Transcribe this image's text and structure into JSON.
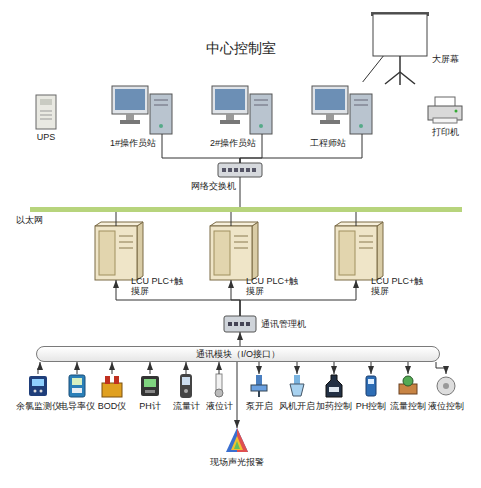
{
  "diagram": {
    "title": "中心控制室",
    "nodes": [
      {
        "text": [
          "UPS"
        ]
      },
      {
        "text": [
          "1#操作员站"
        ]
      },
      {
        "text": [
          "2#操作员站"
        ]
      },
      {
        "text": [
          "工程师站"
        ]
      },
      {
        "text": [
          "大屏幕"
        ]
      },
      {
        "text": [
          "打印机"
        ]
      },
      {
        "text": [
          "网络交换机"
        ]
      },
      {
        "text": [
          "以太网"
        ]
      },
      {
        "text": [
          "LCU PLC+触摸屏"
        ]
      },
      {
        "text": [
          "LCU PLC+触摸屏"
        ]
      },
      {
        "text": [
          "LCU PLC+触摸屏"
        ]
      },
      {
        "text": [
          "通讯管理机"
        ]
      },
      {
        "text": [
          "通讯模块（I/O接口）"
        ]
      },
      {
        "text": [
          "余氯监测仪"
        ]
      },
      {
        "text": [
          "电导率仪"
        ]
      },
      {
        "text": [
          "BOD仪"
        ]
      },
      {
        "text": [
          "PH计"
        ]
      },
      {
        "text": [
          "流量计"
        ]
      },
      {
        "text": [
          "液位计"
        ]
      },
      {
        "text": [
          "泵开启"
        ]
      },
      {
        "text": [
          "风机开启"
        ]
      },
      {
        "text": [
          "加药控制"
        ]
      },
      {
        "text": [
          "PH控制"
        ]
      },
      {
        "text": [
          "流量控制"
        ]
      },
      {
        "text": [
          "液位控制"
        ]
      },
      {
        "text": [
          "现场声光报警"
        ]
      }
    ],
    "edges": [
      {
        "from": 1,
        "to": 6,
        "arrow": "none"
      },
      {
        "from": 2,
        "to": 6,
        "arrow": "none"
      },
      {
        "from": 3,
        "to": 6,
        "arrow": "none"
      },
      {
        "from": 3,
        "to": 4,
        "arrow": "none"
      },
      {
        "from": 6,
        "to": 7,
        "arrow": "none"
      },
      {
        "from": 7,
        "to": 8,
        "arrow": "none"
      },
      {
        "from": 7,
        "to": 9,
        "arrow": "none"
      },
      {
        "from": 7,
        "to": 10,
        "arrow": "none"
      },
      {
        "from": 11,
        "to": 8,
        "arrow": "to"
      },
      {
        "from": 11,
        "to": 9,
        "arrow": "to"
      },
      {
        "from": 11,
        "to": 10,
        "arrow": "to"
      },
      {
        "from": 12,
        "to": 11,
        "arrow": "to"
      },
      {
        "from": 13,
        "to": 12,
        "arrow": "to"
      },
      {
        "from": 14,
        "to": 12,
        "arrow": "to"
      },
      {
        "from": 15,
        "to": 12,
        "arrow": "to"
      },
      {
        "from": 16,
        "to": 12,
        "arrow": "to"
      },
      {
        "from": 17,
        "to": 12,
        "arrow": "to"
      },
      {
        "from": 18,
        "to": 12,
        "arrow": "to"
      },
      {
        "from": 12,
        "to": 19,
        "arrow": "to"
      },
      {
        "from": 12,
        "to": 20,
        "arrow": "to"
      },
      {
        "from": 12,
        "to": 21,
        "arrow": "to"
      },
      {
        "from": 12,
        "to": 22,
        "arrow": "to"
      },
      {
        "from": 12,
        "to": 23,
        "arrow": "to"
      },
      {
        "from": 12,
        "to": 24,
        "arrow": "to"
      },
      {
        "from": 12,
        "to": 25,
        "arrow": "to"
      }
    ]
  }
}
